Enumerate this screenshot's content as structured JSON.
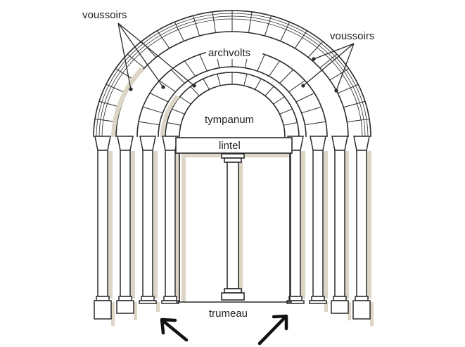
{
  "labels": {
    "voussoirs_left": "voussoirs",
    "voussoirs_right": "voussoirs",
    "archivolts": "archvolts",
    "tympanum": "tympanum",
    "lintel": "lintel",
    "trumeau": "trumeau"
  },
  "colors": {
    "line": "#2a2a2a",
    "shadow": "#ddd5c6",
    "background": "#ffffff",
    "arrow": "#111111"
  }
}
